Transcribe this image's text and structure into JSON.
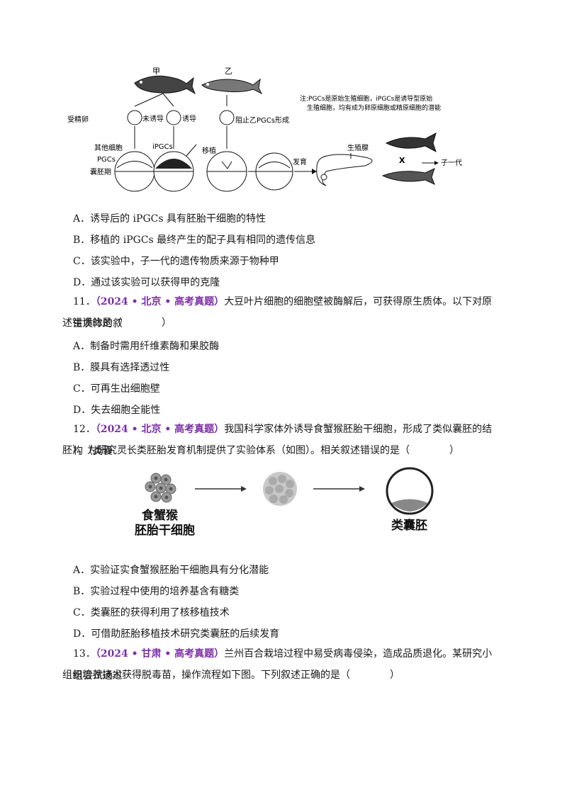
{
  "figure1": {
    "label_jia": "甲",
    "label_yi": "乙",
    "label_fertilized": "受精卵",
    "label_not_induced": "未诱导",
    "label_induced": "诱导",
    "label_block": "阻止乙PGCs形成",
    "label_other_cells": "其他细胞",
    "label_pgcs": "PGCs",
    "label_blastula": "囊胚期",
    "label_ipgcs": "iPGCs",
    "label_transplant": "移植",
    "label_develop": "发育",
    "label_gonad": "生殖腺",
    "label_cross": "X",
    "label_offspring": "子一代",
    "note_line1": "注:PGCs是原始生殖细胞，iPGCs是诱导型原始",
    "note_line2": "生殖细胞，均有成为卵原细胞或精原细胞的潜能"
  },
  "q10": {
    "options": [
      "A．诱导后的 iPGCs 具有胚胎干细胞的特性",
      "B．移植的 iPGCs 最终产生的配子具有相同的遗传信息",
      "C．该实验中，子一代的遗传物质来源于物种甲",
      "D．通过该实验可以获得甲的克隆"
    ]
  },
  "q11": {
    "number": "11．",
    "source": "（2024 • 北京 • 高考真题）",
    "stem_line1": "大豆叶片细胞的细胞壁被酶解后，可获得原生质体。以下对原生质体的叙",
    "stem_line2": "述错误的是（　　　　）",
    "options": [
      "A．制备时需用纤维素酶和果胶酶",
      "B．膜具有选择透过性",
      "C．可再生出细胞壁",
      "D．失去细胞全能性"
    ]
  },
  "q12": {
    "number": "12．",
    "source": "（2024 • 北京 • 高考真题）",
    "stem_line1": "我国科学家体外诱导食蟹猴胚胎干细胞，形成了类似囊胚的结构（类囊",
    "stem_line2": "胚），为研究灵长类胚胎发育机制提供了实验体系（如图）。相关叙述错误的是（　　　　）",
    "figure": {
      "label_left_1": "食蟹猴",
      "label_left_2": "胚胎干细胞",
      "label_right": "类囊胚"
    },
    "options": [
      "A．实验证实食蟹猴胚胎干细胞具有分化潜能",
      "B．实验过程中使用的培养基含有糖类",
      "C．类囊胚的获得利用了核移植技术",
      "D．可借助胚胎移植技术研究类囊胚的后续发育"
    ]
  },
  "q13": {
    "number": "13．",
    "source": "（2024 • 甘肃 • 高考真题）",
    "stem_line1": "兰州百合栽培过程中易受病毒侵染，造成品质退化。某研究小组尝试通过",
    "stem_line2": "组织培养技术获得脱毒苗，操作流程如下图。下列叙述正确的是（　　　　）"
  }
}
